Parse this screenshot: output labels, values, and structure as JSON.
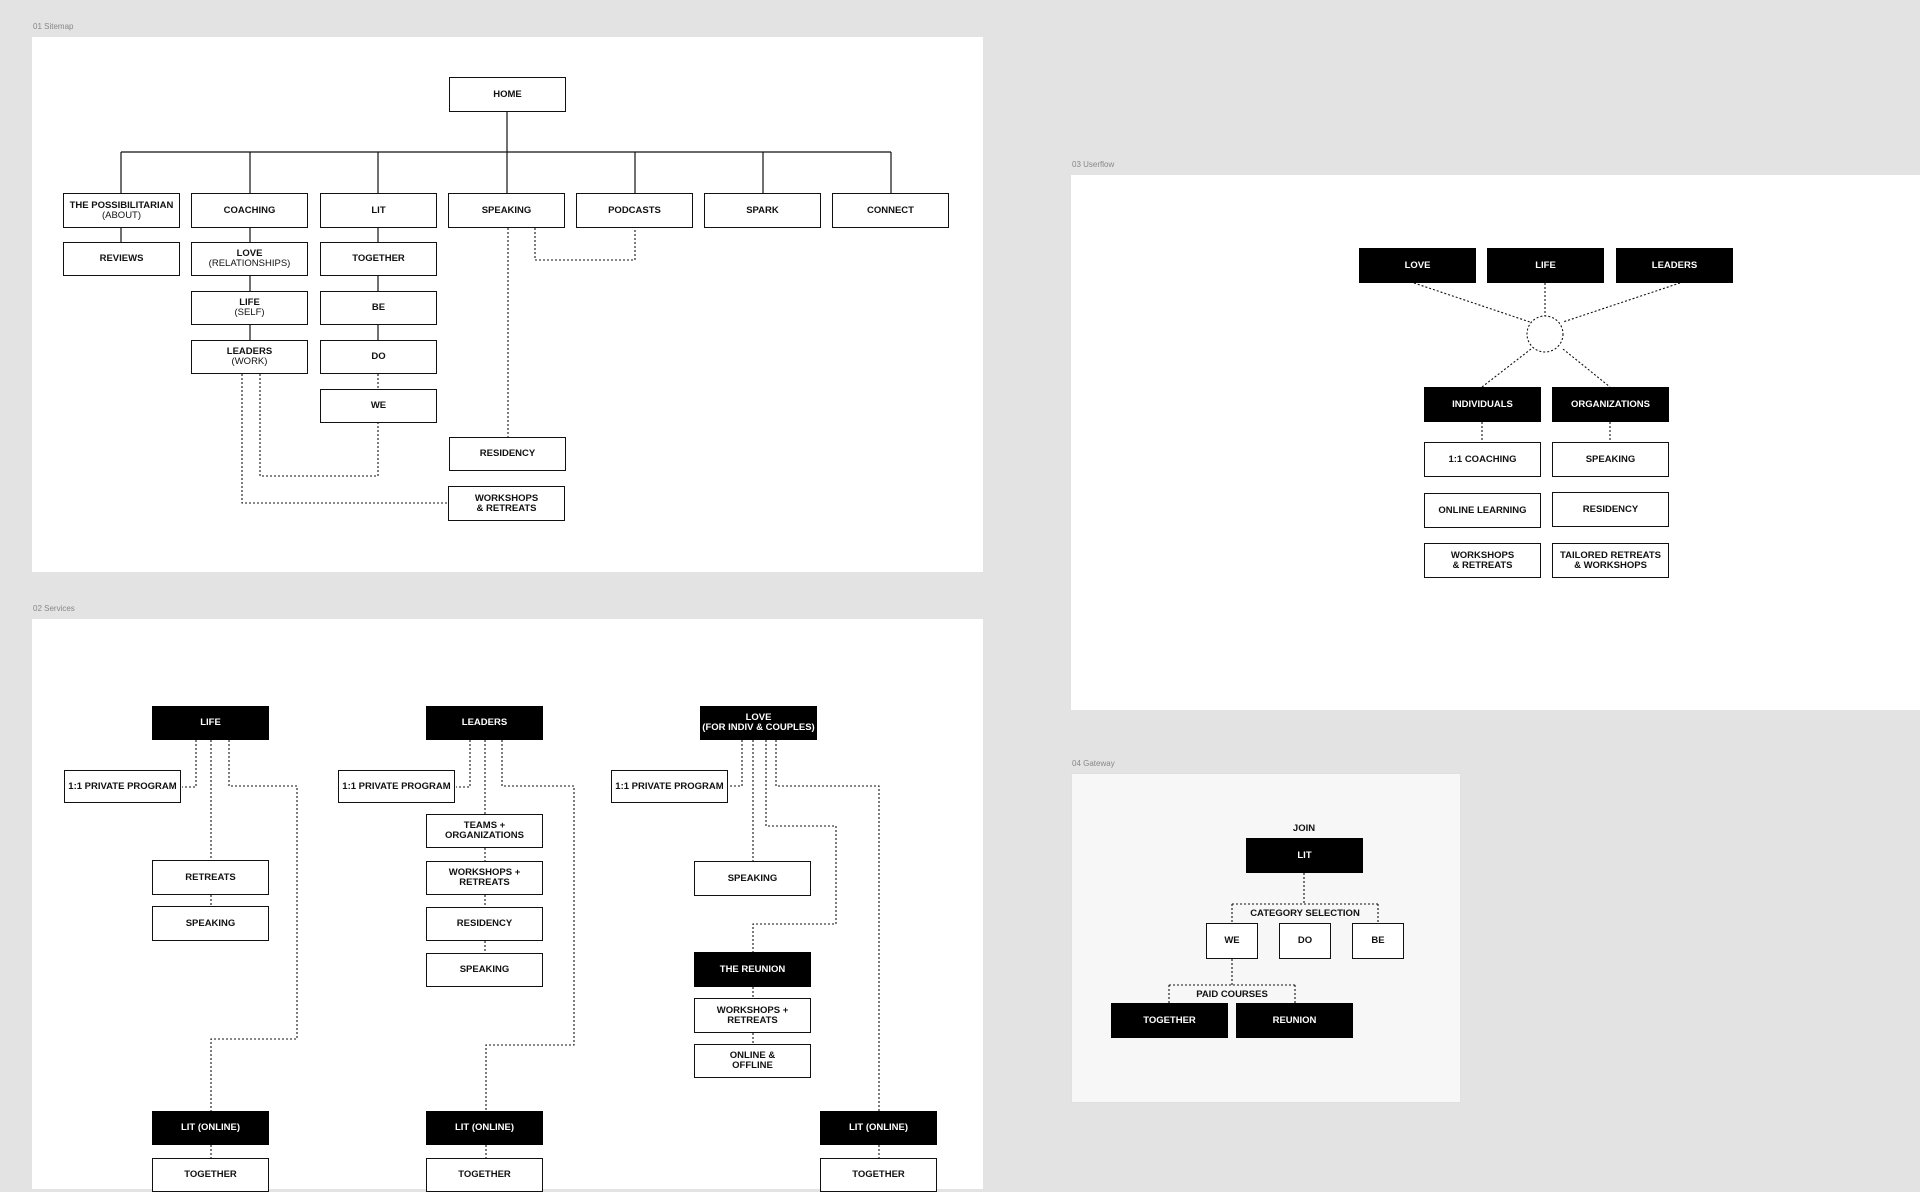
{
  "frames": {
    "sitemap": "01 Sitemap",
    "services": "02 Services",
    "userflow": "03 Userflow",
    "gateway": "04 Gateway"
  },
  "sitemap": {
    "home": "HOME",
    "possibilitarian": "THE POSSIBILITARIAN",
    "about": "(ABOUT)",
    "reviews": "REVIEWS",
    "coaching": "COACHING",
    "love": "LOVE",
    "relationships": "(RELATIONSHIPS)",
    "life": "LIFE",
    "self": "(SELF)",
    "leaders": "LEADERS",
    "work": "(WORK)",
    "lit": "LIT",
    "together": "TOGETHER",
    "be": "BE",
    "do": "DO",
    "we": "WE",
    "speaking": "SPEAKING",
    "residency": "RESIDENCY",
    "workshops_1": "WORKSHOPS",
    "workshops_2": "& RETREATS",
    "podcasts": "PODCASTS",
    "spark": "SPARK",
    "connect": "CONNECT"
  },
  "services": {
    "life": "LIFE",
    "life_private": "1:1 PRIVATE PROGRAM",
    "life_retreats": "RETREATS",
    "life_speaking": "SPEAKING",
    "life_lit": "LIT (ONLINE)",
    "life_together": "TOGETHER",
    "leaders": "LEADERS",
    "leaders_private": "1:1 PRIVATE PROGRAM",
    "teams_1": "TEAMS +",
    "teams_2": "ORGANIZATIONS",
    "leaders_ws_1": "WORKSHOPS +",
    "leaders_ws_2": "RETREATS",
    "leaders_residency": "RESIDENCY",
    "leaders_speaking": "SPEAKING",
    "leaders_lit": "LIT (ONLINE)",
    "leaders_together": "TOGETHER",
    "love_1": "LOVE",
    "love_2": "(FOR INDIV & COUPLES)",
    "love_private": "1:1 PRIVATE PROGRAM",
    "love_speaking": "SPEAKING",
    "reunion": "THE REUNION",
    "love_ws_1": "WORKSHOPS +",
    "love_ws_2": "RETREATS",
    "online_1": "ONLINE &",
    "online_2": "OFFLINE",
    "love_lit": "LIT (ONLINE)",
    "love_together": "TOGETHER"
  },
  "userflow": {
    "love": "LOVE",
    "life": "LIFE",
    "leaders": "LEADERS",
    "individuals": "INDIVIDUALS",
    "organizations": "ORGANIZATIONS",
    "coaching": "1:1 COACHING",
    "online_learning": "ONLINE LEARNING",
    "ws_1": "WORKSHOPS",
    "ws_2": "& RETREATS",
    "speaking": "SPEAKING",
    "residency": "RESIDENCY",
    "tailored_1": "TAILORED RETREATS",
    "tailored_2": "& WORKSHOPS"
  },
  "gateway": {
    "join": "JOIN",
    "lit": "LIT",
    "category_selection": "CATEGORY SELECTION",
    "we": "WE",
    "do": "DO",
    "be": "BE",
    "paid_courses": "PAID COURSES",
    "together": "TOGETHER",
    "reunion": "REUNION"
  }
}
